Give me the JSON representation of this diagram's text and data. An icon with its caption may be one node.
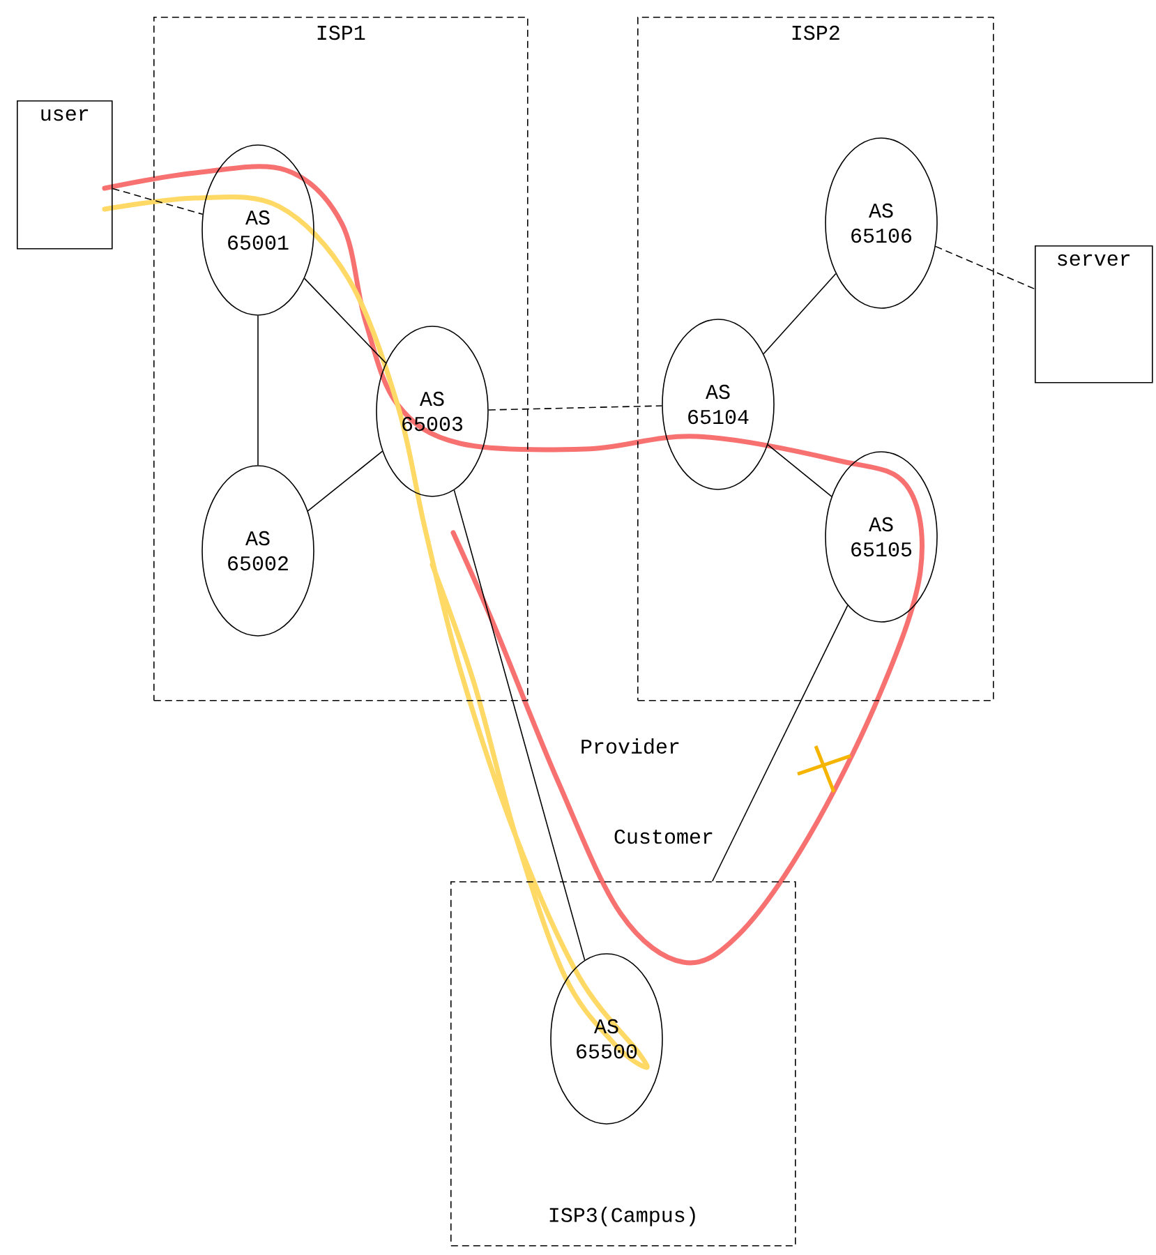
{
  "diagram": {
    "nodes": [
      {
        "text": [
          "ISP1"
        ]
      },
      {
        "text": [
          "AS 65001"
        ],
        "in": 0
      },
      {
        "text": [
          "AS 65003"
        ],
        "in": 0
      },
      {
        "text": [
          "AS 65002"
        ],
        "in": 0
      },
      {
        "text": [
          "ISP2"
        ]
      },
      {
        "text": [
          "AS 65106"
        ],
        "in": 4
      },
      {
        "text": [
          "AS 65104"
        ],
        "in": 4
      },
      {
        "text": [
          "AS 65105"
        ],
        "in": 4
      },
      {
        "text": [
          "user"
        ]
      },
      {
        "text": [
          "server"
        ]
      },
      {
        "text": [
          "ISP3(Campus)"
        ]
      },
      {
        "text": [
          "AS 65500"
        ],
        "in": 10
      }
    ],
    "edges": [
      {
        "from": 8,
        "to": 1,
        "arrow": "none",
        "style": "dashed"
      },
      {
        "from": 1,
        "to": 3,
        "arrow": "none"
      },
      {
        "from": 1,
        "to": 2,
        "arrow": "none"
      },
      {
        "from": 3,
        "to": 2,
        "arrow": "none"
      },
      {
        "from": 2,
        "to": 6,
        "arrow": "none",
        "style": "dashed"
      },
      {
        "from": 6,
        "to": 5,
        "arrow": "none"
      },
      {
        "from": 6,
        "to": 7,
        "arrow": "none"
      },
      {
        "from": 5,
        "to": 9,
        "arrow": "none",
        "style": "dashed"
      },
      {
        "from": 2,
        "to": 11,
        "arrow": "none"
      },
      {
        "from": 7,
        "to": 10,
        "arrow": "none"
      }
    ],
    "labels": [
      "Provider",
      "Customer"
    ]
  }
}
